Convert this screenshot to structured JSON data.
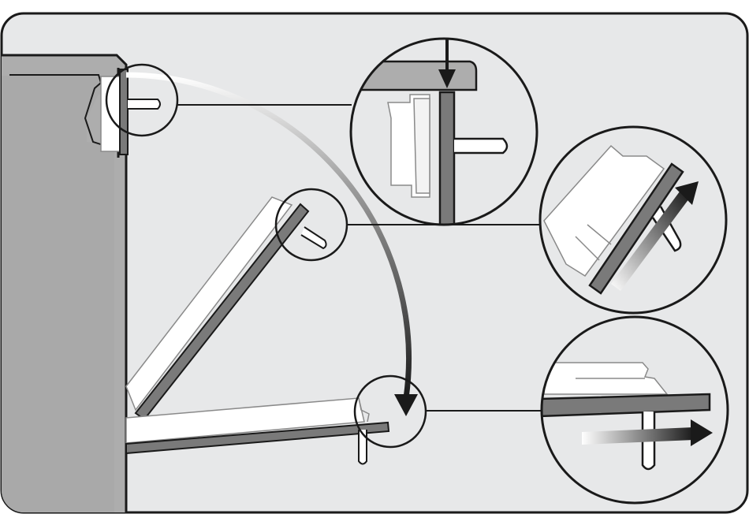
{
  "figure": {
    "kind": "installation-diagram",
    "subject": "door-panel-rotation-into-frame",
    "steps": [
      {
        "id": "step-press-down",
        "arrow": "down-arrow-icon"
      },
      {
        "id": "step-slide-up",
        "arrow": "diagonal-slide-arrow-icon"
      },
      {
        "id": "step-slide-right",
        "arrow": "right-slide-arrow-icon"
      }
    ],
    "colors": {
      "background": "#e7e8e9",
      "frame_border": "#1a1a1a",
      "cabinet": "#adadad",
      "panel_edge": "#7a7a7a",
      "panel_face": "#ffffff",
      "arrow": "#1a1a1a"
    }
  }
}
